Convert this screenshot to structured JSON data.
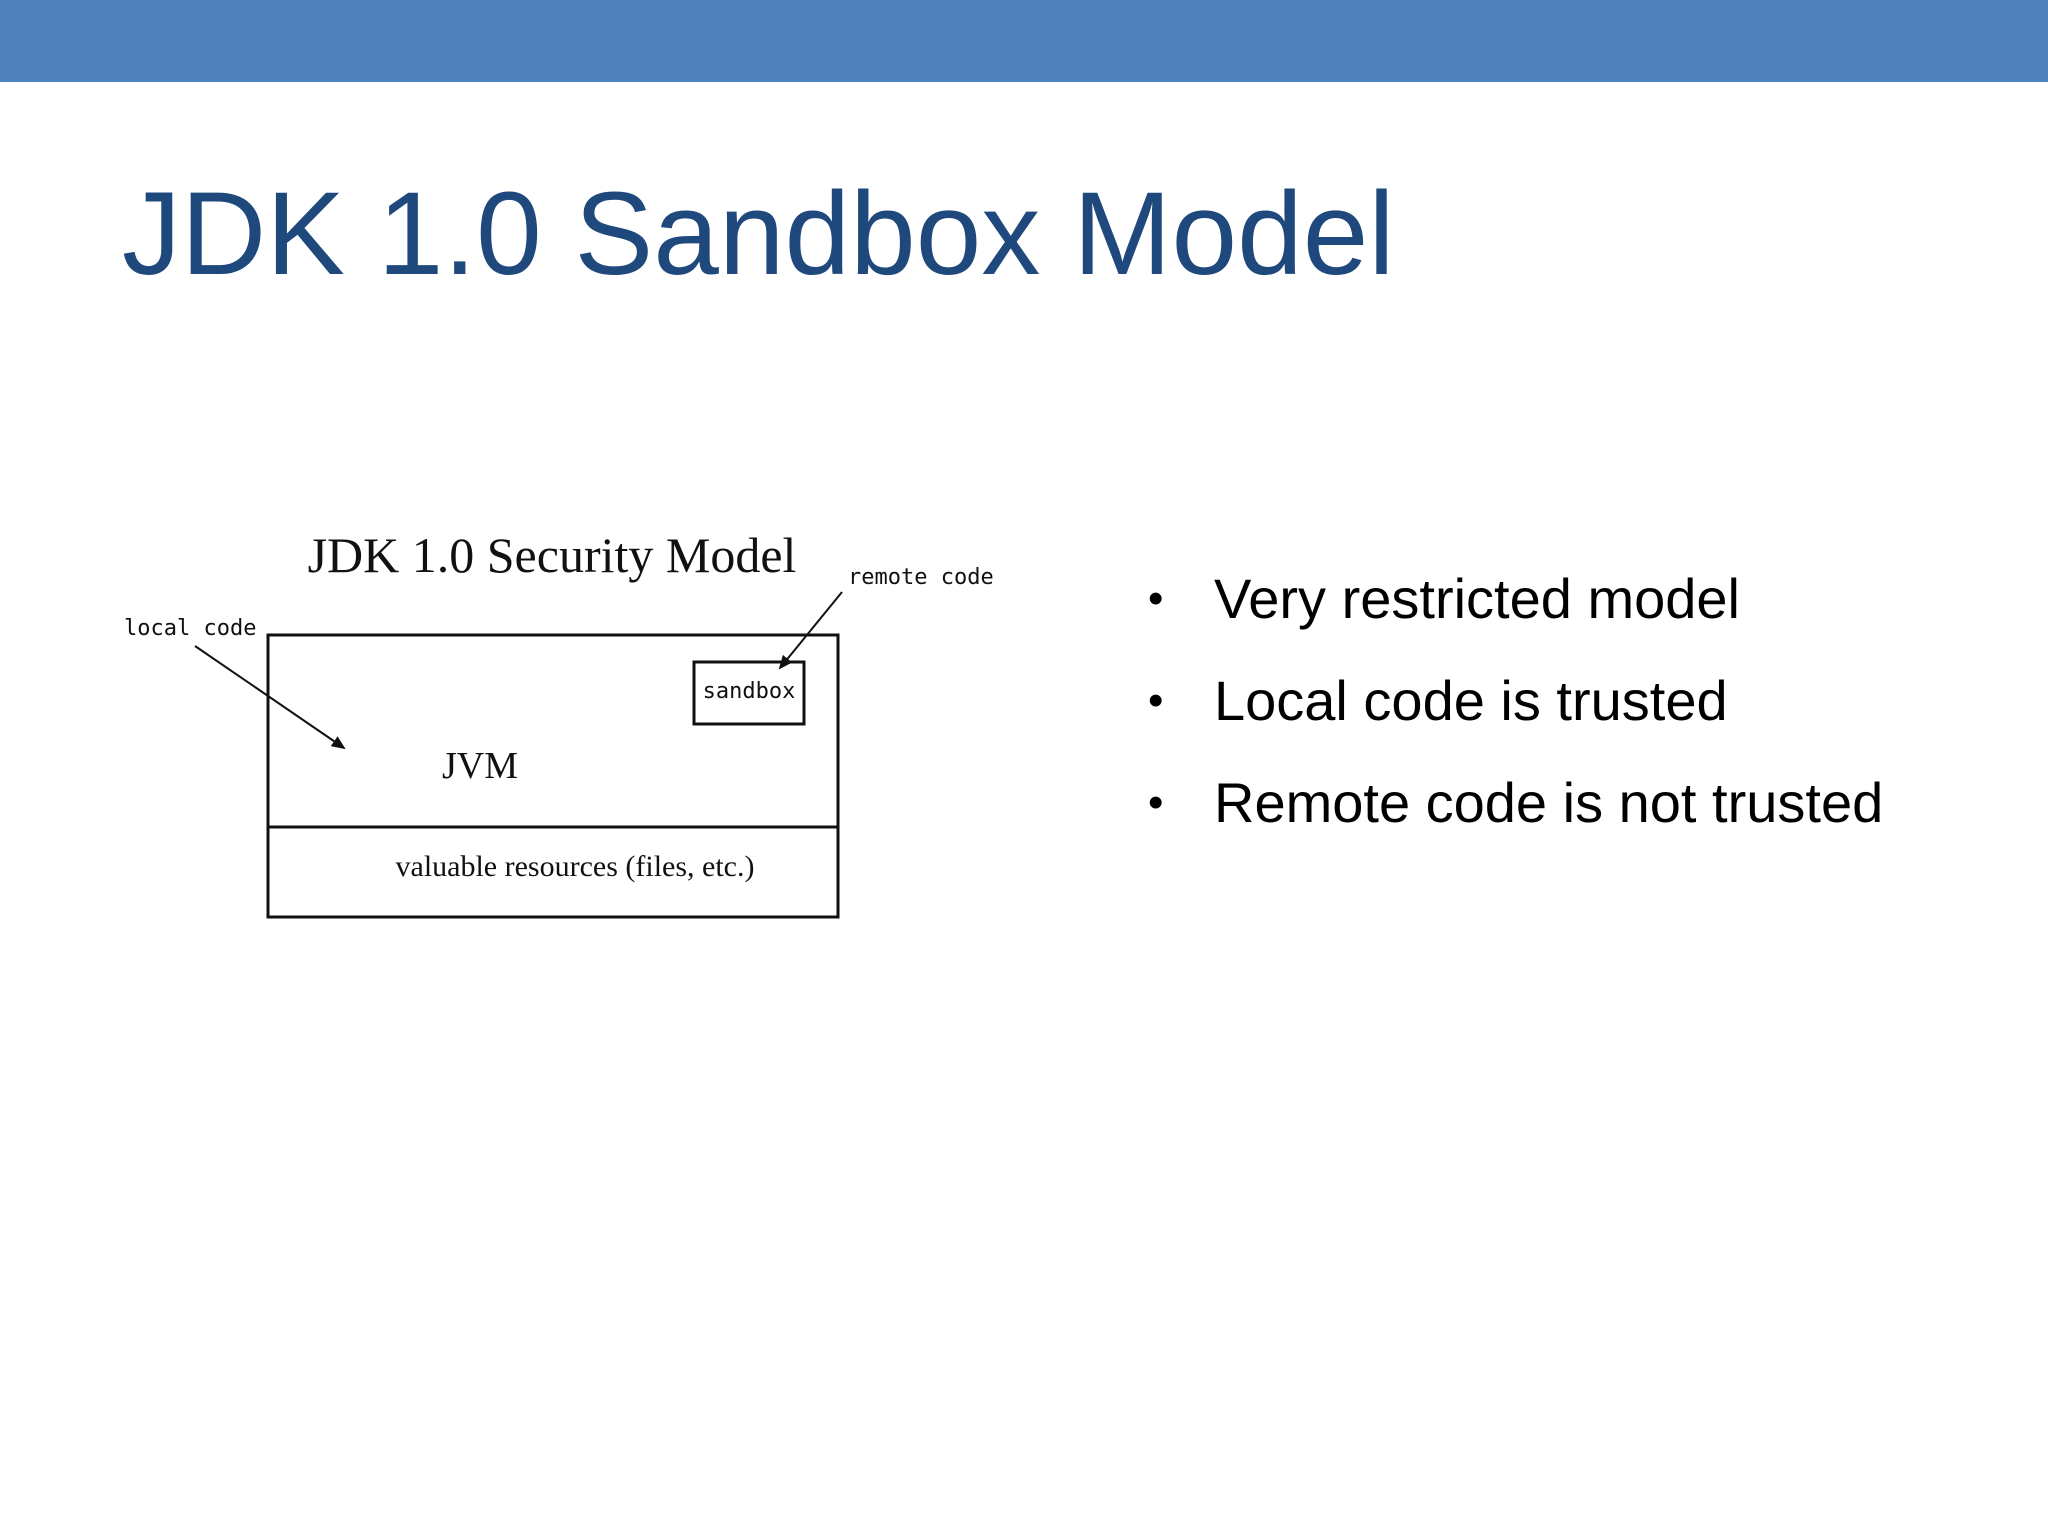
{
  "slide": {
    "title": "JDK 1.0 Sandbox Model",
    "accent_bar_color": "#4f81bd",
    "title_color": "#1f497d"
  },
  "diagram": {
    "title": "JDK 1.0 Security Model",
    "labels": {
      "local_code": "local code",
      "remote_code": "remote code",
      "sandbox": "sandbox",
      "jvm": "JVM",
      "resources": "valuable resources (files, etc.)"
    }
  },
  "bullets": {
    "marker": "•",
    "items": [
      "Very restricted model",
      "Local code is trusted",
      "Remote code is not trusted"
    ]
  }
}
